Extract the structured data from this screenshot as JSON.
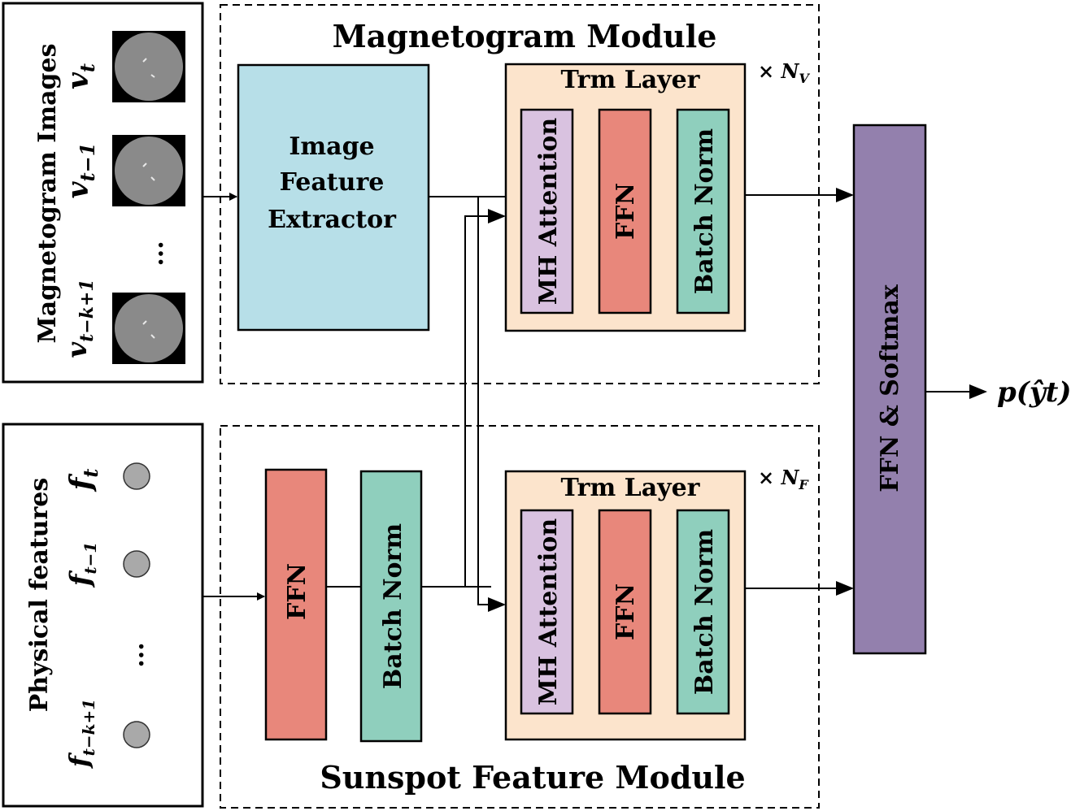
{
  "colors": {
    "image_extractor": "#b7dfe8",
    "trm_layer": "#fce4cc",
    "mh_attention": "#d9c2e0",
    "ffn": "#e8877b",
    "batch_norm": "#8fcfbd",
    "output_block": "#9380ad",
    "sunspot_disk": "#a9a9a9",
    "magnetogram_disk": "#8a8a8a"
  },
  "magnetogram_module": {
    "title": "Magnetogram Module",
    "input_label": "Magnetogram Images",
    "frames": [
      {
        "base": "v",
        "sub": "t"
      },
      {
        "base": "v",
        "sub": "t−1"
      },
      {
        "base": "v",
        "sub": "t−k+1"
      }
    ],
    "ellipsis": "...",
    "extractor_lines": [
      "Image",
      "Feature",
      "Extractor"
    ],
    "trm_title": "Trm Layer",
    "repeat": {
      "prefix": "× ",
      "base": "N",
      "sub": "V"
    }
  },
  "sunspot_module": {
    "title": "Sunspot Feature Module",
    "input_label": "Physical features",
    "frames": [
      {
        "base": "f",
        "sub": "t"
      },
      {
        "base": "f",
        "sub": "t−1"
      },
      {
        "base": "f",
        "sub": "t−k+1"
      }
    ],
    "ellipsis": "...",
    "trm_title": "Trm Layer",
    "repeat": {
      "prefix": "× ",
      "base": "N",
      "sub": "F"
    }
  },
  "blocks": {
    "mh_attention": "MH Attention",
    "ffn": "FFN",
    "batch_norm": "Batch Norm"
  },
  "output": {
    "block_label": "FFN & Softmax",
    "label": "p(ŷt)"
  }
}
